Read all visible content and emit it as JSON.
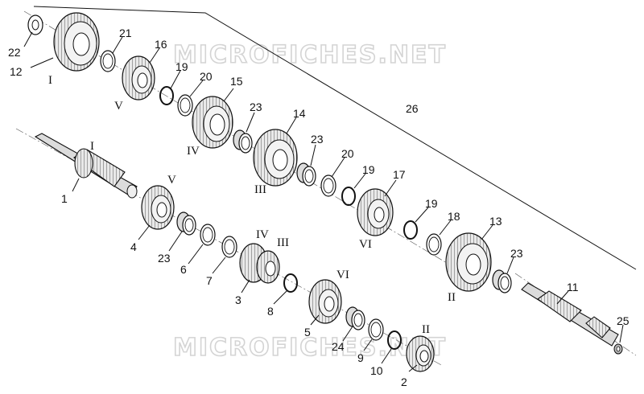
{
  "watermark": "MICROFICHES.NET",
  "colors": {
    "ink": "#111111",
    "gear_fill": "#e9e9e9",
    "shaft_fill": "#dcdcdc",
    "watermark": "#d4d4d4"
  },
  "callouts": [
    {
      "id": "22",
      "text": "22"
    },
    {
      "id": "12",
      "text": "12"
    },
    {
      "id": "21",
      "text": "21"
    },
    {
      "id": "16",
      "text": "16"
    },
    {
      "id": "19a",
      "text": "19"
    },
    {
      "id": "20a",
      "text": "20"
    },
    {
      "id": "15",
      "text": "15"
    },
    {
      "id": "23a",
      "text": "23"
    },
    {
      "id": "14",
      "text": "14"
    },
    {
      "id": "23b",
      "text": "23"
    },
    {
      "id": "20b",
      "text": "20"
    },
    {
      "id": "19b",
      "text": "19"
    },
    {
      "id": "17",
      "text": "17"
    },
    {
      "id": "19c",
      "text": "19"
    },
    {
      "id": "18",
      "text": "18"
    },
    {
      "id": "13",
      "text": "13"
    },
    {
      "id": "23c",
      "text": "23"
    },
    {
      "id": "26",
      "text": "26"
    },
    {
      "id": "1",
      "text": "1"
    },
    {
      "id": "4",
      "text": "4"
    },
    {
      "id": "23d",
      "text": "23"
    },
    {
      "id": "6",
      "text": "6"
    },
    {
      "id": "7",
      "text": "7"
    },
    {
      "id": "3",
      "text": "3"
    },
    {
      "id": "8",
      "text": "8"
    },
    {
      "id": "5",
      "text": "5"
    },
    {
      "id": "24",
      "text": "24"
    },
    {
      "id": "9",
      "text": "9"
    },
    {
      "id": "10",
      "text": "10"
    },
    {
      "id": "2",
      "text": "2"
    },
    {
      "id": "11",
      "text": "11"
    },
    {
      "id": "25",
      "text": "25"
    }
  ],
  "gear_labels": [
    {
      "id": "g12",
      "text": "I"
    },
    {
      "id": "g16",
      "text": "V"
    },
    {
      "id": "g15",
      "text": "IV"
    },
    {
      "id": "g14",
      "text": "III"
    },
    {
      "id": "g17",
      "text": "VI"
    },
    {
      "id": "g13",
      "text": "II"
    },
    {
      "id": "g1",
      "text": "I"
    },
    {
      "id": "g4",
      "text": "V"
    },
    {
      "id": "g3a",
      "text": "IV"
    },
    {
      "id": "g3b",
      "text": "III"
    },
    {
      "id": "g5",
      "text": "VI"
    },
    {
      "id": "g2",
      "text": "II"
    }
  ]
}
